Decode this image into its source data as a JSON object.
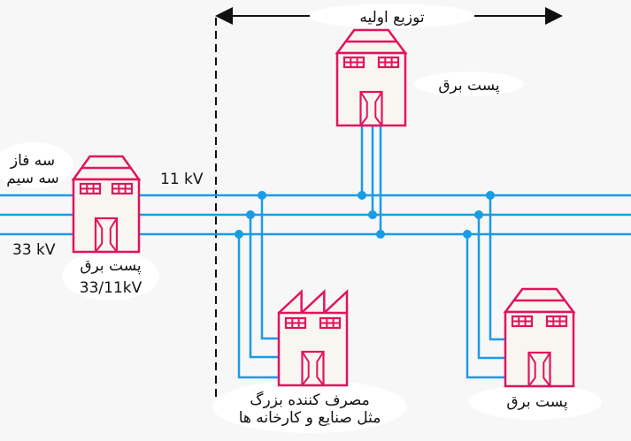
{
  "title": "توزیع اولیه",
  "labels": {
    "three_phase_line1": "سه فاز",
    "three_phase_line2": "سه سیم",
    "voltage_33": "33 kV",
    "voltage_11": "11 kV",
    "main_substation_name": "پست برق",
    "main_substation_rating": "33/11kV",
    "top_substation_name": "پست برق",
    "right_substation_name": "پست برق",
    "consumer_line1": "مصرف کننده بزرگ",
    "consumer_line2": "مثل صنایع و کارخانه ها"
  },
  "colors": {
    "line": "#1a9be6",
    "building": "#e2135f",
    "building_fill": "#f8f6f0",
    "text": "#111111",
    "dashed": "#111111"
  }
}
